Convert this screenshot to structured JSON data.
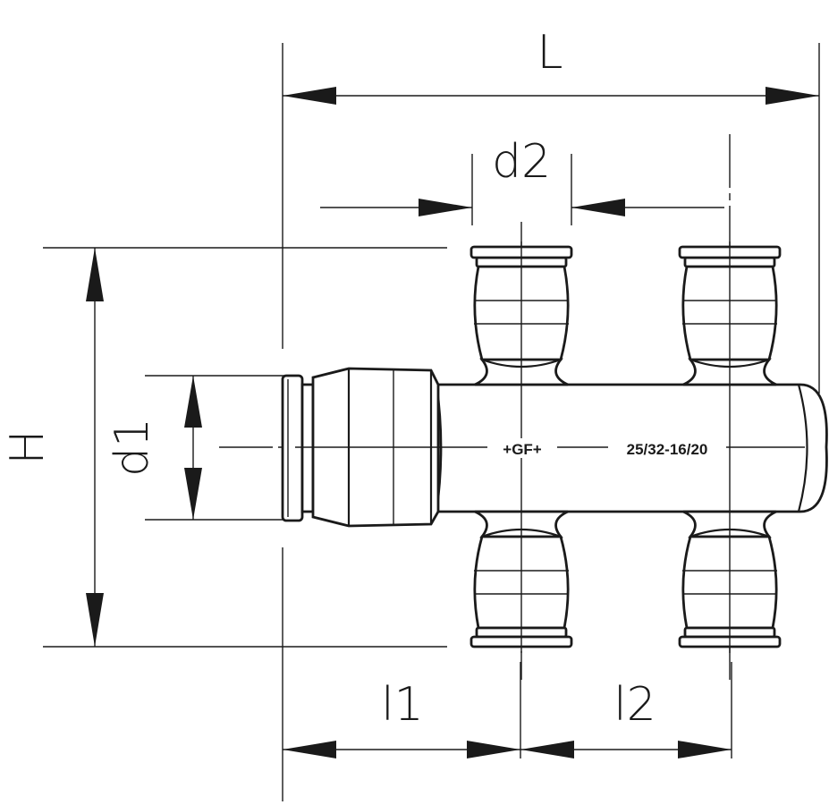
{
  "dimensions": {
    "length": "L",
    "outlet_diameter": "d2",
    "height": "H",
    "inlet_diameter": "d1",
    "inlet_offset": "l1",
    "outlet_spacing": "l2"
  },
  "markings": {
    "brand": "+GF+",
    "size_code": "25/32-16/20"
  }
}
